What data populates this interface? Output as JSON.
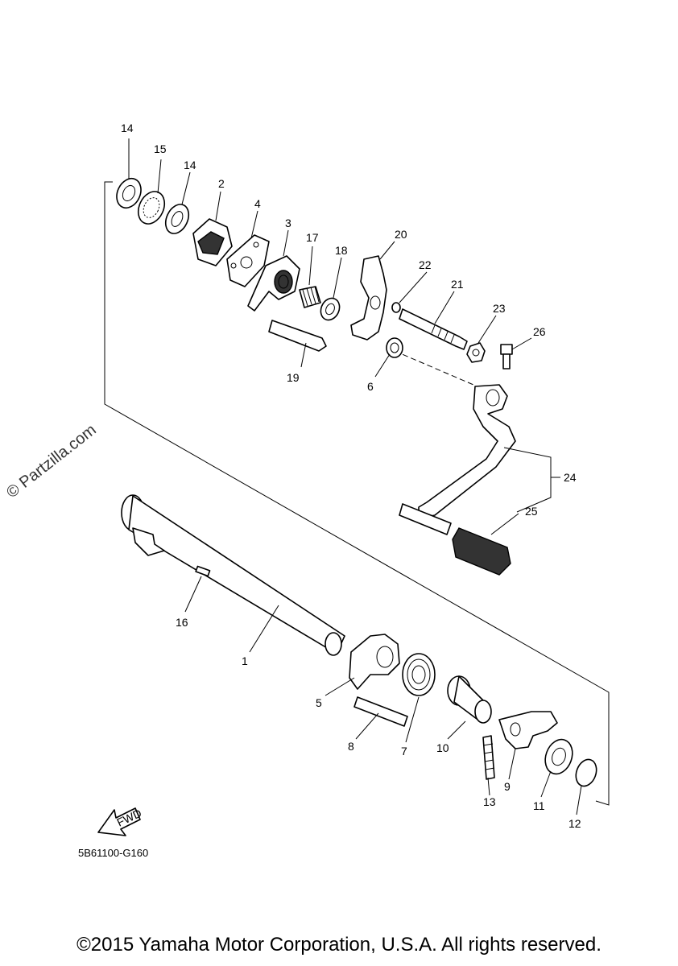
{
  "watermark": "© Partzilla.com",
  "diagram_code": "5B61100-G160",
  "fwd_label": "FWD",
  "copyright": "©2015 Yamaha Motor Corporation, U.S.A. All rights reserved.",
  "callouts": {
    "c1": "1",
    "c2": "2",
    "c3": "3",
    "c4": "4",
    "c5": "5",
    "c6": "6",
    "c7": "7",
    "c8": "8",
    "c9": "9",
    "c10": "10",
    "c11": "11",
    "c12": "12",
    "c13": "13",
    "c14a": "14",
    "c14b": "14",
    "c15": "15",
    "c16": "16",
    "c17": "17",
    "c18": "18",
    "c19": "19",
    "c20": "20",
    "c21": "21",
    "c22": "22",
    "c23": "23",
    "c24": "24",
    "c25": "25",
    "c26": "26"
  }
}
